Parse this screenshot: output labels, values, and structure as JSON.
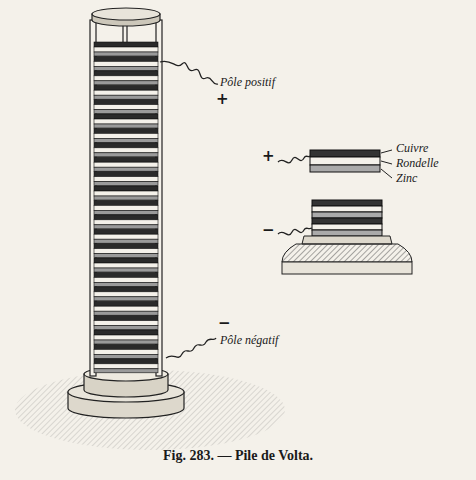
{
  "diagram": {
    "caption": "Fig. 283. — Pile de Volta.",
    "labels": [
      "Pôle positif",
      "+",
      "+",
      "Cuivre",
      "Rondelle",
      "Zinc",
      "−",
      "−",
      "Pôle négatif"
    ]
  }
}
